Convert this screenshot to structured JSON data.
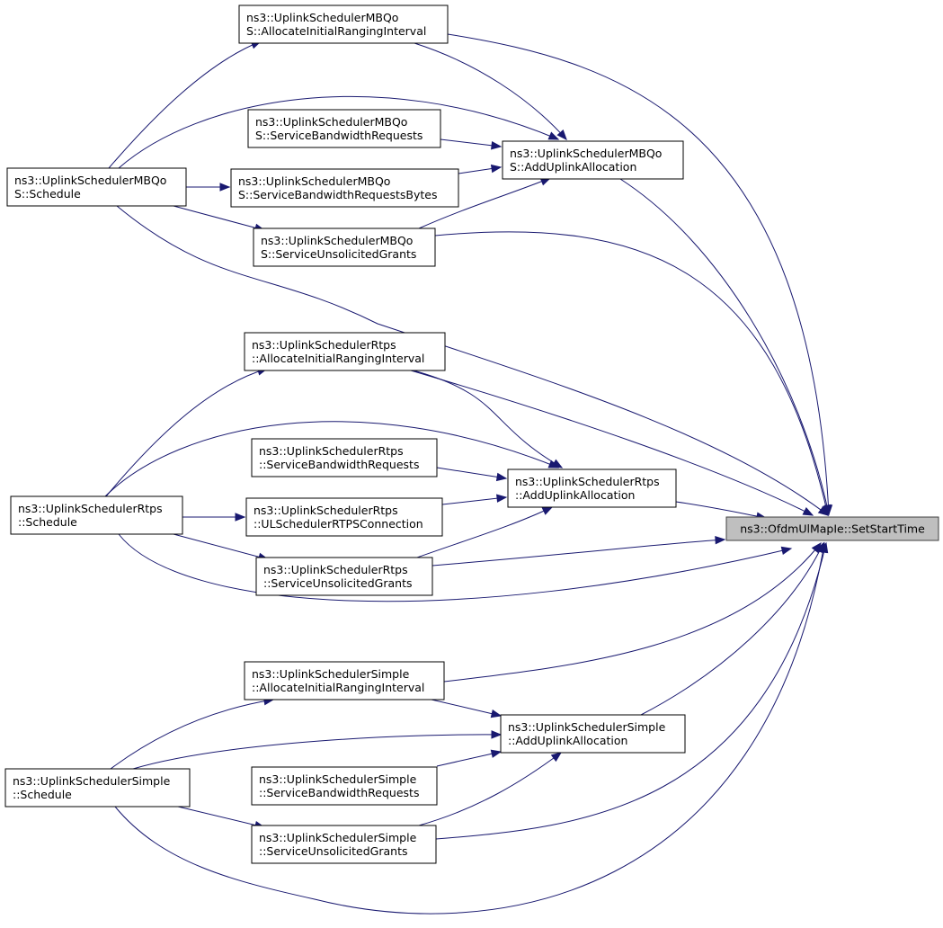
{
  "nodes": {
    "target": {
      "lines": [
        "ns3::OfdmUlMapIe::SetStartTime"
      ]
    },
    "mbqos_schedule": {
      "lines": [
        "ns3::UplinkSchedulerMBQo",
        "S::Schedule"
      ]
    },
    "mbqos_allocate_initial": {
      "lines": [
        "ns3::UplinkSchedulerMBQo",
        "S::AllocateInitialRangingInterval"
      ]
    },
    "mbqos_service_bw": {
      "lines": [
        "ns3::UplinkSchedulerMBQo",
        "S::ServiceBandwidthRequests"
      ]
    },
    "mbqos_service_bw_bytes": {
      "lines": [
        "ns3::UplinkSchedulerMBQo",
        "S::ServiceBandwidthRequestsBytes"
      ]
    },
    "mbqos_service_unsolicited": {
      "lines": [
        "ns3::UplinkSchedulerMBQo",
        "S::ServiceUnsolicitedGrants"
      ]
    },
    "mbqos_add_uplink": {
      "lines": [
        "ns3::UplinkSchedulerMBQo",
        "S::AddUplinkAllocation"
      ]
    },
    "rtps_schedule": {
      "lines": [
        "ns3::UplinkSchedulerRtps",
        "::Schedule"
      ]
    },
    "rtps_allocate_initial": {
      "lines": [
        "ns3::UplinkSchedulerRtps",
        "::AllocateInitialRangingInterval"
      ]
    },
    "rtps_service_bw": {
      "lines": [
        "ns3::UplinkSchedulerRtps",
        "::ServiceBandwidthRequests"
      ]
    },
    "rtps_ul_connection": {
      "lines": [
        "ns3::UplinkSchedulerRtps",
        "::ULSchedulerRTPSConnection"
      ]
    },
    "rtps_service_unsolicited": {
      "lines": [
        "ns3::UplinkSchedulerRtps",
        "::ServiceUnsolicitedGrants"
      ]
    },
    "rtps_add_uplink": {
      "lines": [
        "ns3::UplinkSchedulerRtps",
        "::AddUplinkAllocation"
      ]
    },
    "simple_schedule": {
      "lines": [
        "ns3::UplinkSchedulerSimple",
        "::Schedule"
      ]
    },
    "simple_allocate_initial": {
      "lines": [
        "ns3::UplinkSchedulerSimple",
        "::AllocateInitialRangingInterval"
      ]
    },
    "simple_service_bw": {
      "lines": [
        "ns3::UplinkSchedulerSimple",
        "::ServiceBandwidthRequests"
      ]
    },
    "simple_service_unsolicited": {
      "lines": [
        "ns3::UplinkSchedulerSimple",
        "::ServiceUnsolicitedGrants"
      ]
    },
    "simple_add_uplink": {
      "lines": [
        "ns3::UplinkSchedulerSimple",
        "::AddUplinkAllocation"
      ]
    }
  },
  "edges": [
    [
      "mbqos_allocate_initial",
      "target"
    ],
    [
      "mbqos_allocate_initial",
      "mbqos_add_uplink"
    ],
    [
      "mbqos_schedule",
      "mbqos_allocate_initial"
    ],
    [
      "mbqos_schedule",
      "mbqos_add_uplink"
    ],
    [
      "mbqos_schedule",
      "mbqos_service_bw_bytes"
    ],
    [
      "mbqos_schedule",
      "mbqos_service_unsolicited"
    ],
    [
      "mbqos_schedule",
      "target"
    ],
    [
      "mbqos_service_bw",
      "mbqos_add_uplink"
    ],
    [
      "mbqos_service_bw_bytes",
      "mbqos_add_uplink"
    ],
    [
      "mbqos_service_unsolicited",
      "mbqos_add_uplink"
    ],
    [
      "mbqos_service_unsolicited",
      "target"
    ],
    [
      "mbqos_add_uplink",
      "target"
    ],
    [
      "rtps_allocate_initial",
      "target"
    ],
    [
      "rtps_allocate_initial",
      "rtps_add_uplink"
    ],
    [
      "rtps_schedule",
      "rtps_allocate_initial"
    ],
    [
      "rtps_schedule",
      "rtps_add_uplink"
    ],
    [
      "rtps_schedule",
      "rtps_ul_connection"
    ],
    [
      "rtps_schedule",
      "rtps_service_unsolicited"
    ],
    [
      "rtps_schedule",
      "target"
    ],
    [
      "rtps_service_bw",
      "rtps_add_uplink"
    ],
    [
      "rtps_ul_connection",
      "rtps_add_uplink"
    ],
    [
      "rtps_service_unsolicited",
      "rtps_add_uplink"
    ],
    [
      "rtps_service_unsolicited",
      "target"
    ],
    [
      "rtps_add_uplink",
      "target"
    ],
    [
      "simple_allocate_initial",
      "target"
    ],
    [
      "simple_allocate_initial",
      "simple_add_uplink"
    ],
    [
      "simple_schedule",
      "simple_allocate_initial"
    ],
    [
      "simple_schedule",
      "simple_add_uplink"
    ],
    [
      "simple_schedule",
      "simple_service_unsolicited"
    ],
    [
      "simple_schedule",
      "target"
    ],
    [
      "simple_service_bw",
      "simple_add_uplink"
    ],
    [
      "simple_service_unsolicited",
      "simple_add_uplink"
    ],
    [
      "simple_service_unsolicited",
      "target"
    ],
    [
      "simple_add_uplink",
      "target"
    ]
  ],
  "colors": {
    "edge": "#191970",
    "root_fill": "#bfbfbf",
    "node_border": "#000000"
  }
}
